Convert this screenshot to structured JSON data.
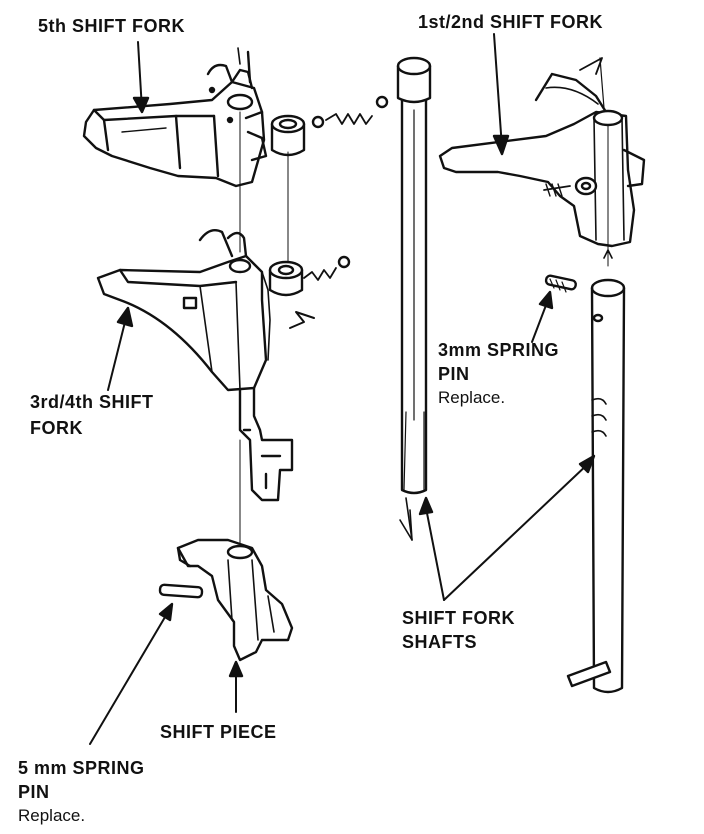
{
  "labels": {
    "fifth_fork": "5th SHIFT FORK",
    "first_second_fork": "1st/2nd SHIFT FORK",
    "third_fourth_fork_line1": "3rd/4th SHIFT",
    "third_fourth_fork_line2": "FORK",
    "spring_pin_3mm_line1": "3mm SPRING",
    "spring_pin_3mm_line2": "PIN",
    "spring_pin_3mm_note": "Replace.",
    "shift_fork_shafts_line1": "SHIFT FORK",
    "shift_fork_shafts_line2": "SHAFTS",
    "shift_piece": "SHIFT PIECE",
    "spring_pin_5mm_line1": "5 mm SPRING",
    "spring_pin_5mm_line2": "PIN",
    "spring_pin_5mm_note": "Replace."
  },
  "colors": {
    "ink": "#111111",
    "paper": "#ffffff"
  }
}
